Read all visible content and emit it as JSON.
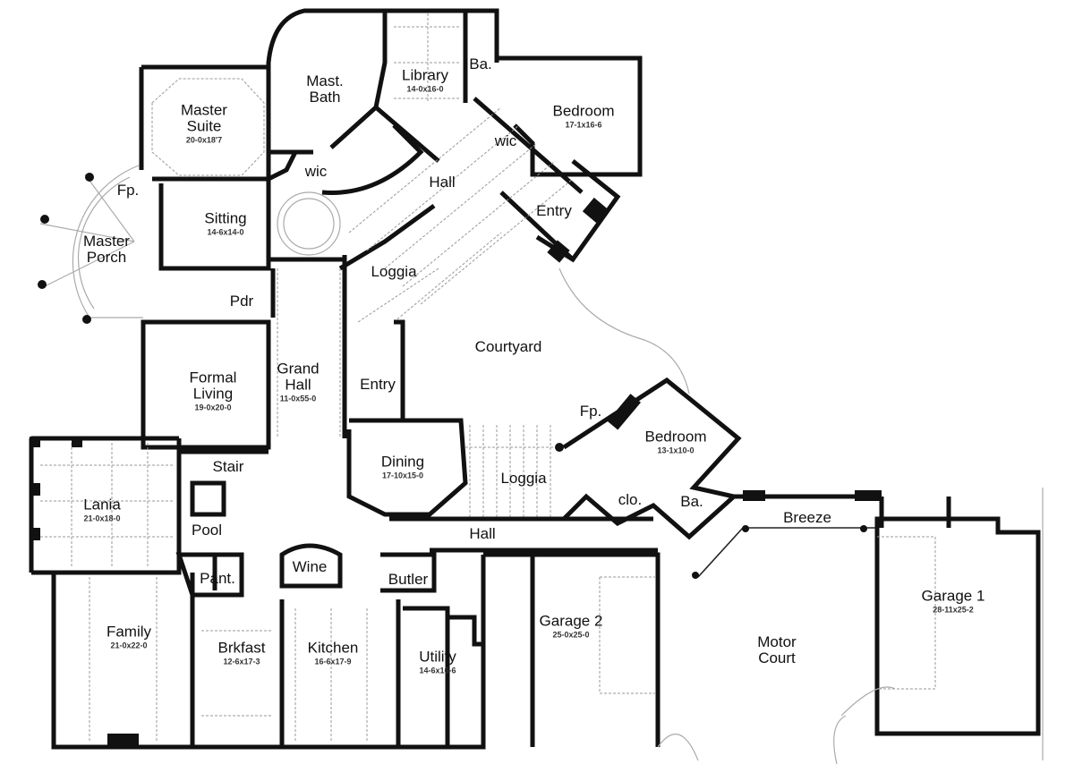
{
  "rooms": {
    "master_suite": {
      "name": "Master\nSuite",
      "l1": "Master",
      "l2": "Suite",
      "dims": "20-0x18'7"
    },
    "mast_bath": {
      "l1": "Mast.",
      "l2": "Bath"
    },
    "library": {
      "name": "Library",
      "dims": "14-0x16-0"
    },
    "ba_top": {
      "name": "Ba."
    },
    "bedroom_ne": {
      "name": "Bedroom",
      "dims": "17-1x16-6"
    },
    "wic_bedroom": {
      "name": "wic"
    },
    "wic_master": {
      "name": "wic"
    },
    "fp_master": {
      "name": "Fp."
    },
    "sitting": {
      "name": "Sitting",
      "dims": "14-6x14-0"
    },
    "hall_top": {
      "name": "Hall"
    },
    "entry_ne": {
      "name": "Entry"
    },
    "master_porch": {
      "l1": "Master",
      "l2": "Porch"
    },
    "loggia_top": {
      "name": "Loggia"
    },
    "pdr": {
      "name": "Pdr"
    },
    "courtyard": {
      "name": "Courtyard"
    },
    "formal_living": {
      "l1": "Formal",
      "l2": "Living",
      "dims": "19-0x20-0"
    },
    "grand_hall": {
      "l1": "Grand",
      "l2": "Hall",
      "dims": "11-0x55-0"
    },
    "entry_mid": {
      "name": "Entry"
    },
    "fp_bedroom": {
      "name": "Fp."
    },
    "bedroom_se": {
      "name": "Bedroom",
      "dims": "13-1x10-0"
    },
    "stair": {
      "name": "Stair"
    },
    "dining": {
      "name": "Dining",
      "dims": "17-10x15-0"
    },
    "loggia_mid": {
      "name": "Loggia"
    },
    "clo": {
      "name": "clo."
    },
    "ba_mid": {
      "name": "Ba."
    },
    "lania": {
      "name": "Lania",
      "dims": "21-0x18-0"
    },
    "pool": {
      "name": "Pool"
    },
    "hall_mid": {
      "name": "Hall"
    },
    "breeze": {
      "name": "Breeze"
    },
    "wine": {
      "name": "Wine"
    },
    "butler": {
      "name": "Butler"
    },
    "pant": {
      "name": "Pant."
    },
    "garage1": {
      "name": "Garage 1",
      "dims": "28-11x25-2"
    },
    "family": {
      "name": "Family",
      "dims": "21-0x22-0"
    },
    "brkfast": {
      "name": "Brkfast",
      "dims": "12-6x17-3"
    },
    "kitchen": {
      "name": "Kitchen",
      "dims": "16-6x17-9"
    },
    "utility": {
      "name": "Utility",
      "dims": "14-6x16-6"
    },
    "garage2": {
      "name": "Garage 2",
      "dims": "25-0x25-0"
    },
    "motor_court": {
      "l1": "Motor",
      "l2": "Court"
    }
  }
}
